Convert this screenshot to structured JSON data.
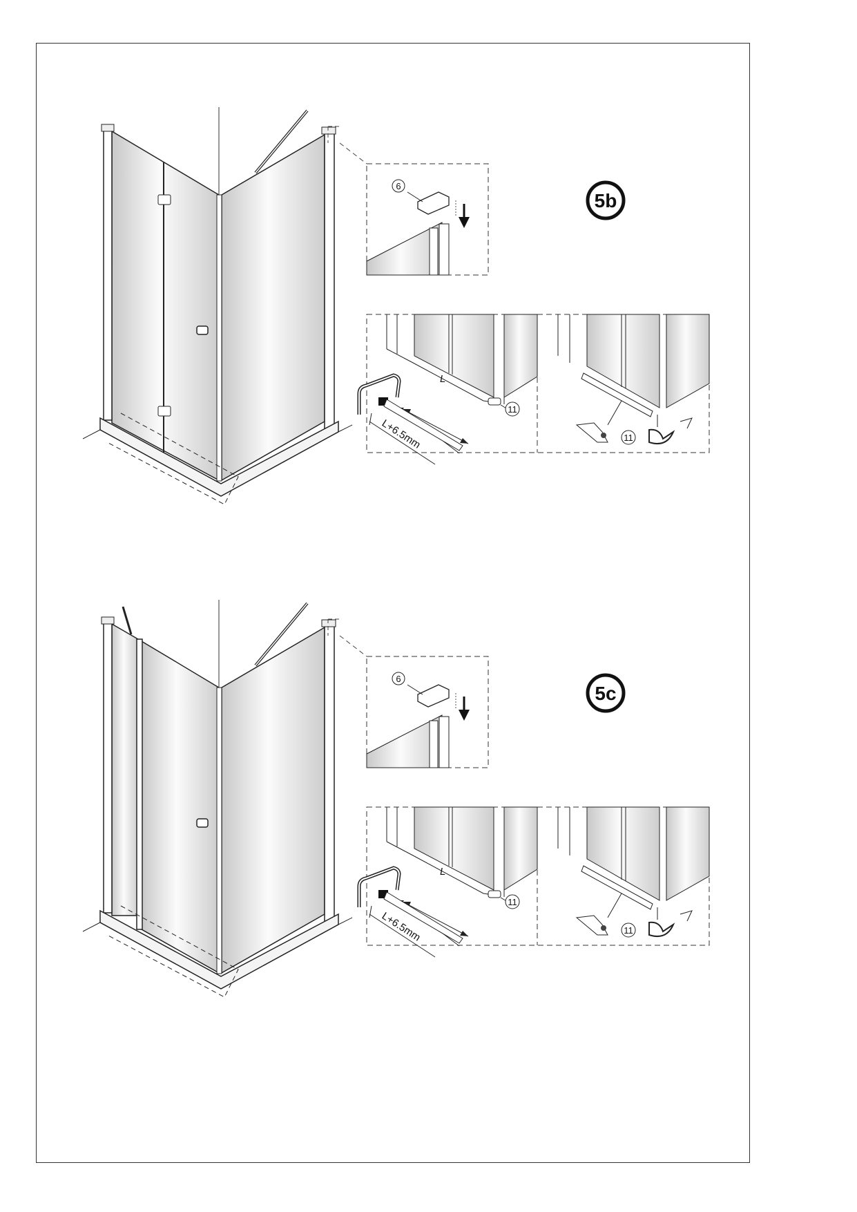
{
  "steps": [
    {
      "badge": "5b",
      "cap_part_number": "6",
      "seal_part_number_left": "11",
      "seal_part_number_right": "11",
      "dimension_L": "L",
      "dimension_cut": "L+6.5mm"
    },
    {
      "badge": "5c",
      "cap_part_number": "6",
      "seal_part_number_left": "11",
      "seal_part_number_right": "11",
      "dimension_L": "L",
      "dimension_cut": "L+6.5mm"
    }
  ],
  "colors": {
    "line": "#222222",
    "glass_dark": "#cfcfcf",
    "glass_light": "#fafafa"
  }
}
